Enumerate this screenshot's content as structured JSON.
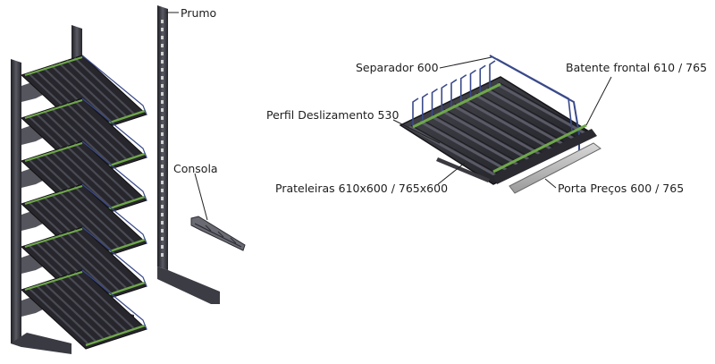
{
  "labels": {
    "prumo": "Prumo",
    "consola": "Consola",
    "separador": "Separador 600",
    "batente": "Batente frontal  610  / 765",
    "perfil": "Perfil Deslizamento 530",
    "prateleiras": "Prateleiras 610x600 / 765x600",
    "porta_precos": "Porta Preços 600 / 765"
  },
  "colors": {
    "metal_dark": "#2b2b33",
    "metal_mid": "#55555e",
    "accent_green": "#6fa84a",
    "wire": "#3a4a8a",
    "label_text": "#1e1e1e"
  },
  "rack": {
    "shelf_count": 6
  },
  "tray": {
    "separator_count": 9
  }
}
